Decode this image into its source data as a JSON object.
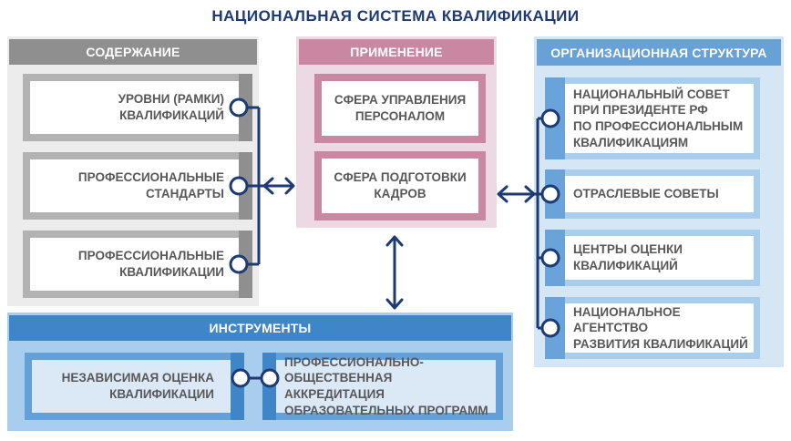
{
  "title": "НАЦИОНАЛЬНАЯ СИСТЕМА КВАЛИФИКАЦИИ",
  "palette": {
    "navy_connector": "#1e3a74",
    "gray_header": "#8f8f8f",
    "gray_frame": "#b2b2b2",
    "gray_panel_bg": "#ececec",
    "pink_header": "#c987a1",
    "pink_panel_bg": "#ecd9e3",
    "blue_header_light": "#68a1d7",
    "blue_panel_bg_light": "#d5e6f4",
    "blue_item_frame_light": "#a9cdec",
    "blue_accent_band": "#6aa3d9",
    "blue_header_dark": "#3e86c7",
    "tools_panel_bg": "#a9cdec",
    "tools_item_frame": "#64a0d8",
    "tools_item_inner": "#dbe9f7",
    "item_text": "#58585b"
  },
  "blocks": {
    "content": {
      "header": "СОДЕРЖАНИЕ",
      "items": [
        "УРОВНИ (РАМКИ)\nКВАЛИФИКАЦИЙ",
        "ПРОФЕССИОНАЛЬНЫЕ\nСТАНДАРТЫ",
        "ПРОФЕССИОНАЛЬНЫЕ\nКВАЛИФИКАЦИИ"
      ]
    },
    "application": {
      "header": "ПРИМЕНЕНИЕ",
      "items": [
        "СФЕРА УПРАВЛЕНИЯ\nПЕРСОНАЛОМ",
        "СФЕРА ПОДГОТОВКИ\nКАДРОВ"
      ]
    },
    "org_structure": {
      "header": "ОРГАНИЗАЦИОННАЯ СТРУКТУРА",
      "items": [
        "НАЦИОНАЛЬНЫЙ СОВЕТ\nПРИ ПРЕЗИДЕНТЕ РФ\nПО ПРОФЕССИОНАЛЬНЫМ\nКВАЛИФИКАЦИЯМ",
        "ОТРАСЛЕВЫЕ СОВЕТЫ",
        "ЦЕНТРЫ ОЦЕНКИ\nКВАЛИФИКАЦИЙ",
        "НАЦИОНАЛЬНОЕ АГЕНТСТВО\nРАЗВИТИЯ КВАЛИФИКАЦИЙ"
      ]
    },
    "tools": {
      "header": "ИНСТРУМЕНТЫ",
      "items": [
        "НЕЗАВИСИМАЯ ОЦЕНКА\nКВАЛИФИКАЦИИ",
        "ПРОФЕССИОНАЛЬНО-\nОБЩЕСТВЕННАЯ АККРЕДИТАЦИЯ\nОБРАЗОВАТЕЛЬНЫХ ПРОГРАММ"
      ]
    }
  }
}
